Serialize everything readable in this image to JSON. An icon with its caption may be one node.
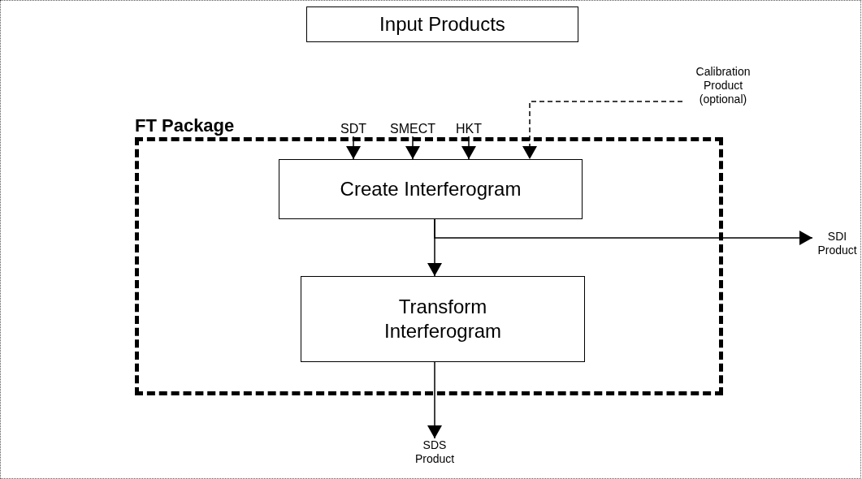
{
  "diagram": {
    "nodes": [
      {
        "text": [
          "Input Products"
        ]
      },
      {
        "text": [
          "FT Package"
        ]
      },
      {
        "text": [
          "SDT"
        ]
      },
      {
        "text": [
          "SMECT"
        ]
      },
      {
        "text": [
          "HKT"
        ]
      },
      {
        "text": [
          "Calibration Product (optional)"
        ]
      },
      {
        "text": [
          "Create Interferogram"
        ],
        "in": 1
      },
      {
        "text": [
          "SDI Product"
        ]
      },
      {
        "text": [
          "Transform Interferogram"
        ],
        "in": 1
      },
      {
        "text": [
          "SDS Product"
        ]
      }
    ],
    "edges": [
      {
        "from": 2,
        "to": 6,
        "arrow": "to"
      },
      {
        "from": 3,
        "to": 6,
        "arrow": "to"
      },
      {
        "from": 4,
        "to": 6,
        "arrow": "to"
      },
      {
        "from": 5,
        "to": 6,
        "arrow": "to",
        "style": "dashed"
      },
      {
        "from": 6,
        "to": 8,
        "arrow": "to"
      },
      {
        "from": 6,
        "to": 7,
        "arrow": "to"
      },
      {
        "from": 8,
        "to": 9,
        "arrow": "to"
      }
    ]
  }
}
